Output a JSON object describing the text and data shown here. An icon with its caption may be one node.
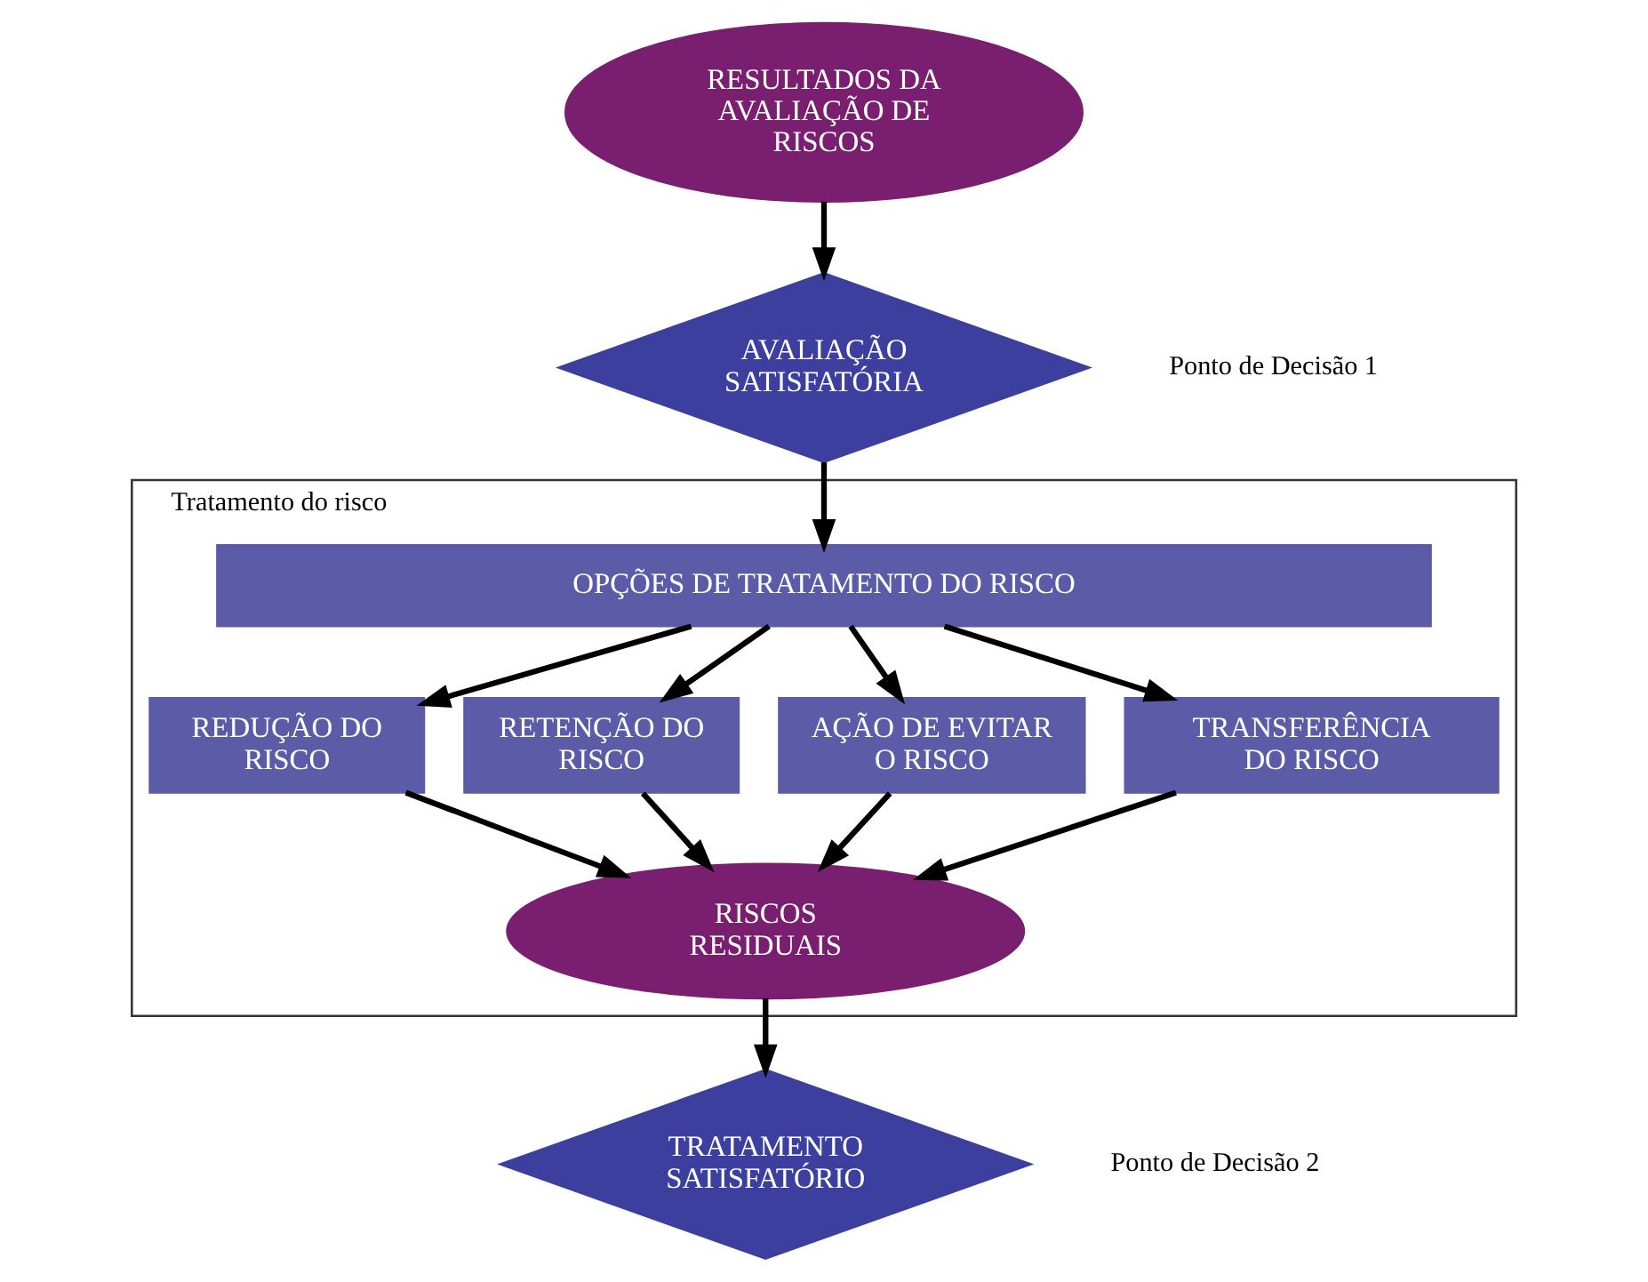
{
  "diagram": {
    "nodes": [
      {
        "text": [
          "RESULTADOS DA AVALIAÇÃO DE RISCOS"
        ]
      },
      {
        "text": [
          "AVALIAÇÃO SATISFATÓRIA"
        ],
        "beside": [
          "Ponto de Decisão 1"
        ]
      },
      {
        "text": [
          "Tratamento do risco"
        ]
      },
      {
        "text": [
          "OPÇÕES DE TRATAMENTO DO RISCO"
        ],
        "in": 2
      },
      {
        "text": [
          "REDUÇÃO DO RISCO"
        ],
        "in": 2
      },
      {
        "text": [
          "RETENÇÃO DO RISCO"
        ],
        "in": 2
      },
      {
        "text": [
          "AÇÃO DE EVITAR O RISCO"
        ],
        "in": 2
      },
      {
        "text": [
          "TRANSFERÊNCIA DO RISCO"
        ],
        "in": 2
      },
      {
        "text": [
          "RISCOS RESIDUAIS"
        ],
        "in": 2
      },
      {
        "text": [
          "TRATAMENTO SATISFATÓRIO"
        ],
        "beside": [
          "Ponto de Decisão 2"
        ]
      }
    ],
    "edges": [
      {
        "from": 0,
        "to": 1,
        "arrow": "to"
      },
      {
        "from": 1,
        "to": 3,
        "arrow": "to"
      },
      {
        "from": 3,
        "to": 4,
        "arrow": "to"
      },
      {
        "from": 3,
        "to": 5,
        "arrow": "to"
      },
      {
        "from": 3,
        "to": 6,
        "arrow": "to"
      },
      {
        "from": 3,
        "to": 7,
        "arrow": "to"
      },
      {
        "from": 4,
        "to": 8,
        "arrow": "to"
      },
      {
        "from": 5,
        "to": 8,
        "arrow": "to"
      },
      {
        "from": 6,
        "to": 8,
        "arrow": "to"
      },
      {
        "from": 7,
        "to": 8,
        "arrow": "to"
      },
      {
        "from": 8,
        "to": 9,
        "arrow": "to"
      }
    ]
  }
}
